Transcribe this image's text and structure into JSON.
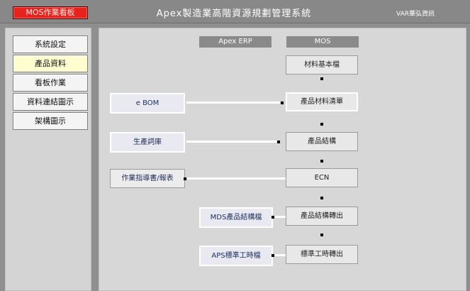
{
  "header": {
    "badge": "MOS作業看板",
    "title": "Apex製造業高階資源規劃管理系統",
    "company": "VAR華弘資訊"
  },
  "sidebar": {
    "items": [
      {
        "label": "系統設定"
      },
      {
        "label": "產品資料"
      },
      {
        "label": "看板作業"
      },
      {
        "label": "資料連結圖示"
      },
      {
        "label": "架構圖示"
      }
    ]
  },
  "main": {
    "erp_header": "Apex ERP",
    "mos_header": "MOS",
    "mos_nodes": [
      "材料基本檔",
      "產品材料清單",
      "產品結構",
      "ECN",
      "產品結構轉出",
      "標準工時轉出"
    ],
    "erp_nodes": [
      "e BOM",
      "生產詞庫",
      "作業指導書/報表",
      "MDS產品結構檔",
      "APS標準工時檔"
    ]
  }
}
